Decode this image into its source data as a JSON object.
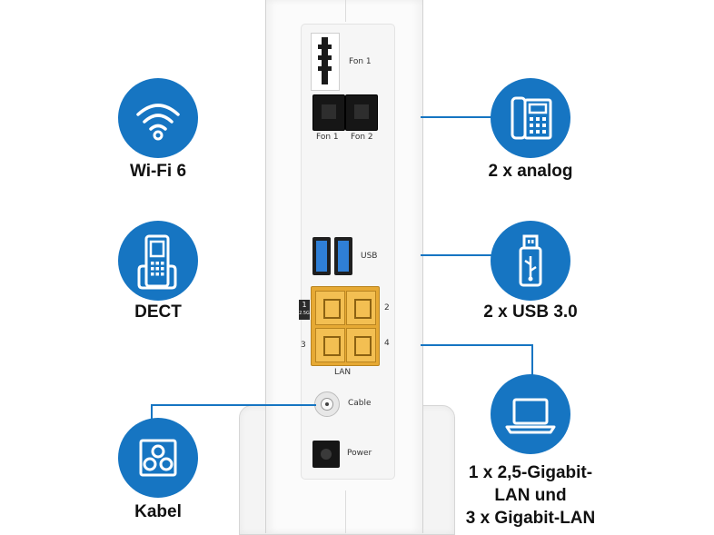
{
  "features": {
    "wifi": {
      "label": "Wi-Fi 6",
      "icon": "wifi-icon"
    },
    "dect": {
      "label": "DECT",
      "icon": "cordless-phone-icon"
    },
    "kabel": {
      "label": "Kabel",
      "icon": "cable-socket-icon"
    },
    "analog": {
      "label": "2 x analog",
      "icon": "desk-phone-icon"
    },
    "usb": {
      "label": "2 x USB 3.0",
      "icon": "usb-stick-icon"
    },
    "lan": {
      "line1": "1 x 2,5-Gigabit-",
      "line2": "LAN und",
      "line3": "3 x Gigabit-LAN",
      "icon": "laptop-icon"
    }
  },
  "router": {
    "fon1_top": "Fon 1",
    "fon1": "Fon 1",
    "fon2": "Fon 2",
    "usb": "USB",
    "lan_badge_num": "1",
    "lan_badge_speed": "2.5G",
    "lan_port2": "2",
    "lan_port3": "3",
    "lan_port4": "4",
    "lan": "LAN",
    "cable": "Cable",
    "power": "Power"
  },
  "colors": {
    "accent": "#1675c2",
    "lan_port": "#f0b53c",
    "usb_port": "#2f7fd6"
  }
}
